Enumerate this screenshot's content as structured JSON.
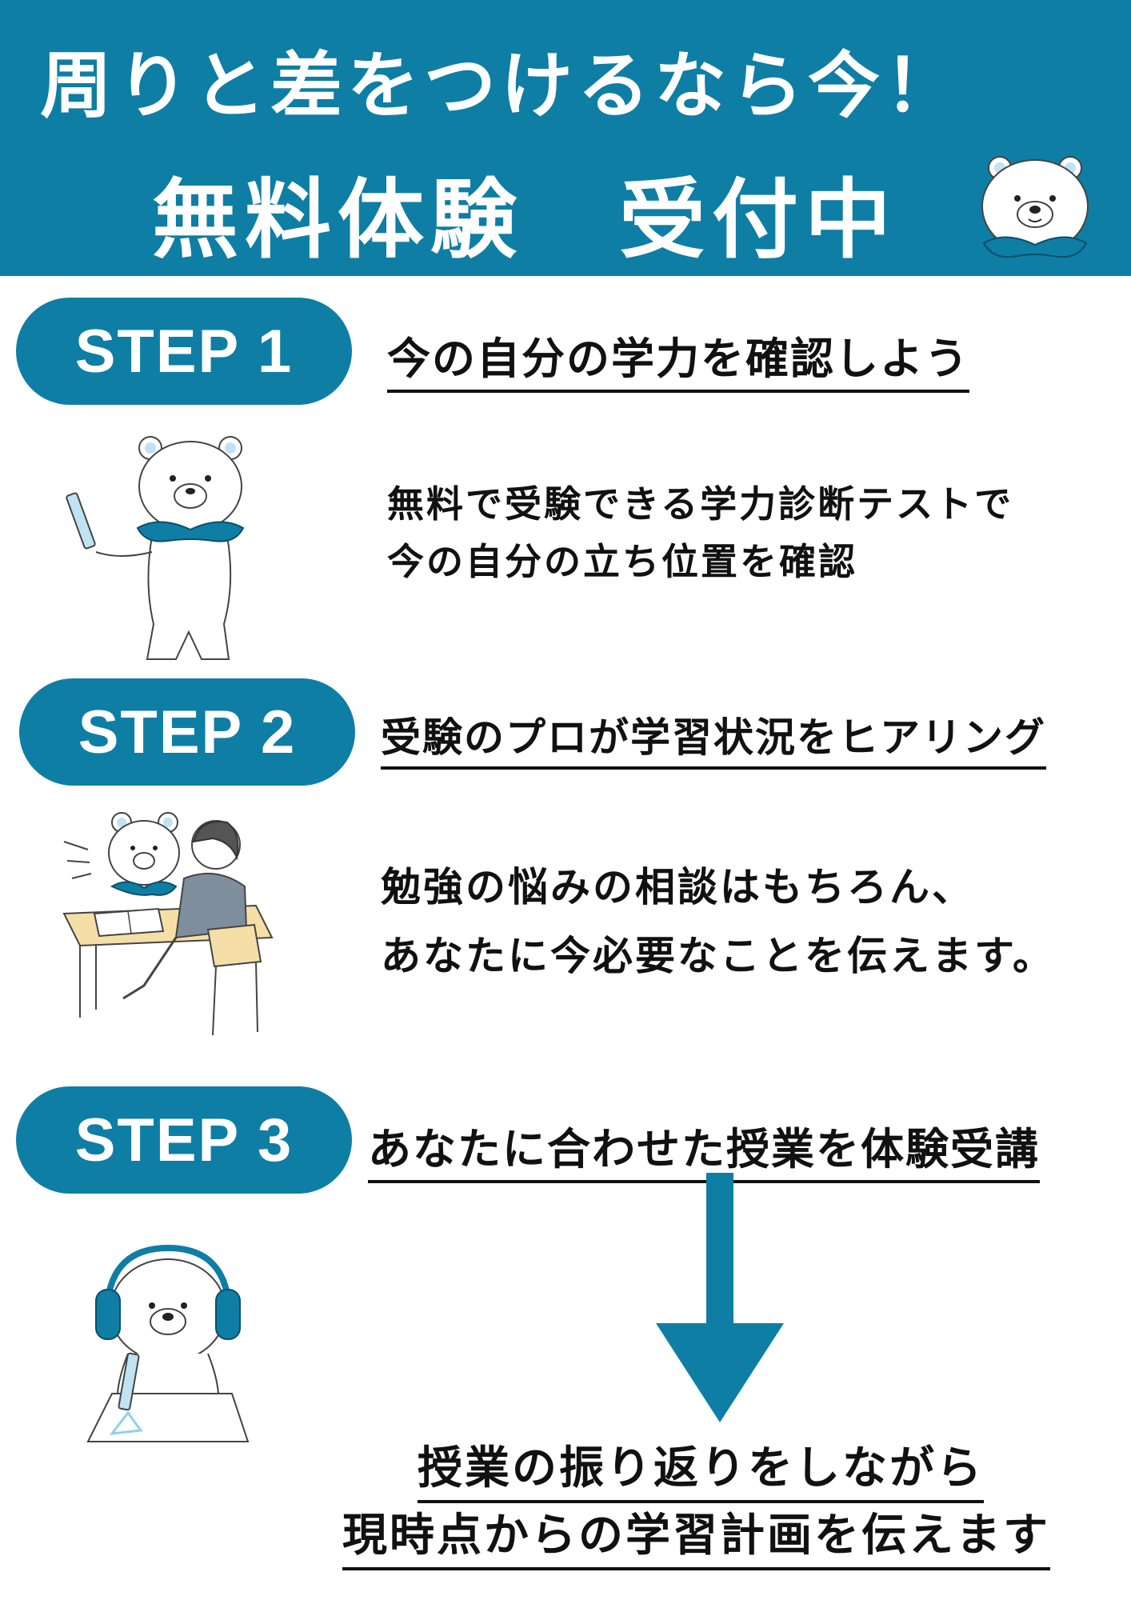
{
  "header": {
    "line1": "周りと差をつけるなら今！",
    "line2_a": "無料体験",
    "line2_b": "受付中"
  },
  "steps": [
    {
      "label": "STEP 1",
      "title": "今の自分の学力を確認しよう",
      "desc_lines": [
        "無料で受験できる学力診断テストで",
        "今の自分の立ち位置を確認"
      ]
    },
    {
      "label": "STEP 2",
      "title": "受験のプロが学習状況をヒアリング",
      "desc_lines": [
        "勉強の悩みの相談はもちろん、",
        "あなたに今必要なことを伝えます。"
      ]
    },
    {
      "label": "STEP 3",
      "title": "あなたに合わせた授業を体験受講"
    }
  ],
  "final": {
    "line1": "授業の振り返りをしながら",
    "line2": "現時点からの学習計画を伝えます"
  },
  "colors": {
    "brand": "#0e7ea5",
    "text": "#111111",
    "background": "#ffffff"
  },
  "icons": [
    "polar-bear-mascot-icon",
    "bear-with-pencil-icon",
    "bear-counselor-with-student-icon",
    "bear-with-headphones-studying-icon",
    "down-arrow-icon"
  ]
}
